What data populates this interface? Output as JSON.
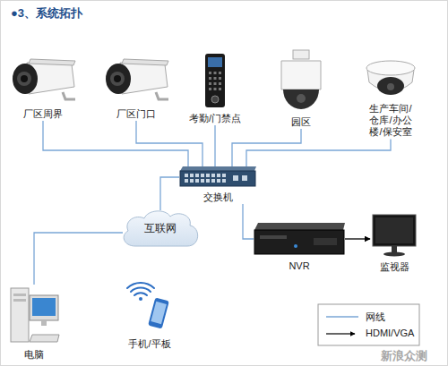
{
  "diagram": {
    "title": "●3、系统拓扑",
    "nodes": [
      {
        "text": [
          "厂区周界"
        ]
      },
      {
        "text": [
          "厂区门口"
        ]
      },
      {
        "text": [
          "考勤/门禁点"
        ]
      },
      {
        "text": [
          "园区"
        ]
      },
      {
        "text": [
          "生产车间/仓库/办公楼/保安室"
        ]
      },
      {
        "text": [
          "交换机"
        ]
      },
      {
        "text": [
          "互联网"
        ]
      },
      {
        "text": [
          "NVR"
        ]
      },
      {
        "text": [
          "监视器"
        ]
      },
      {
        "text": [
          "电脑"
        ]
      },
      {
        "text": [
          "手机/平板"
        ]
      }
    ],
    "edges": [
      {
        "from": 0,
        "to": 5,
        "arrow": "none"
      },
      {
        "from": 1,
        "to": 5,
        "arrow": "none"
      },
      {
        "from": 2,
        "to": 5,
        "arrow": "none"
      },
      {
        "from": 3,
        "to": 5,
        "arrow": "none"
      },
      {
        "from": 4,
        "to": 5,
        "arrow": "none"
      },
      {
        "from": 5,
        "to": 6,
        "arrow": "none"
      },
      {
        "from": 6,
        "to": 9,
        "arrow": "none"
      },
      {
        "from": 5,
        "to": 7,
        "arrow": "none"
      },
      {
        "from": 7,
        "to": 8,
        "arrow": "to"
      }
    ],
    "labels": [
      "新浪众测"
    ],
    "legend": [
      {
        "text": "网线"
      },
      {
        "text": "HDMI/VGA"
      }
    ]
  }
}
